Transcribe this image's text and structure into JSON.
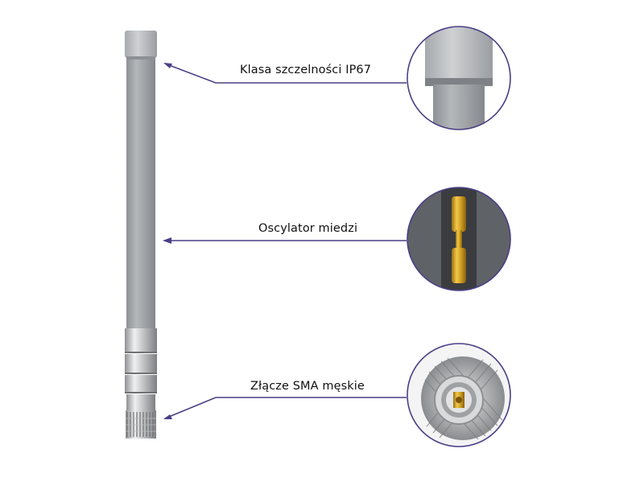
{
  "callouts": [
    {
      "label": "Klasa szczelności IP67",
      "detail": "end-cap-detail"
    },
    {
      "label": "Oscylator miedzi",
      "detail": "copper-oscillator-detail"
    },
    {
      "label": "Złącze SMA męskie",
      "detail": "connector-detail"
    }
  ],
  "colors": {
    "accent": "#4a3f86",
    "radome": "#9b9ea2",
    "copper": "#d4a020",
    "metal": "#c9cbcd"
  }
}
